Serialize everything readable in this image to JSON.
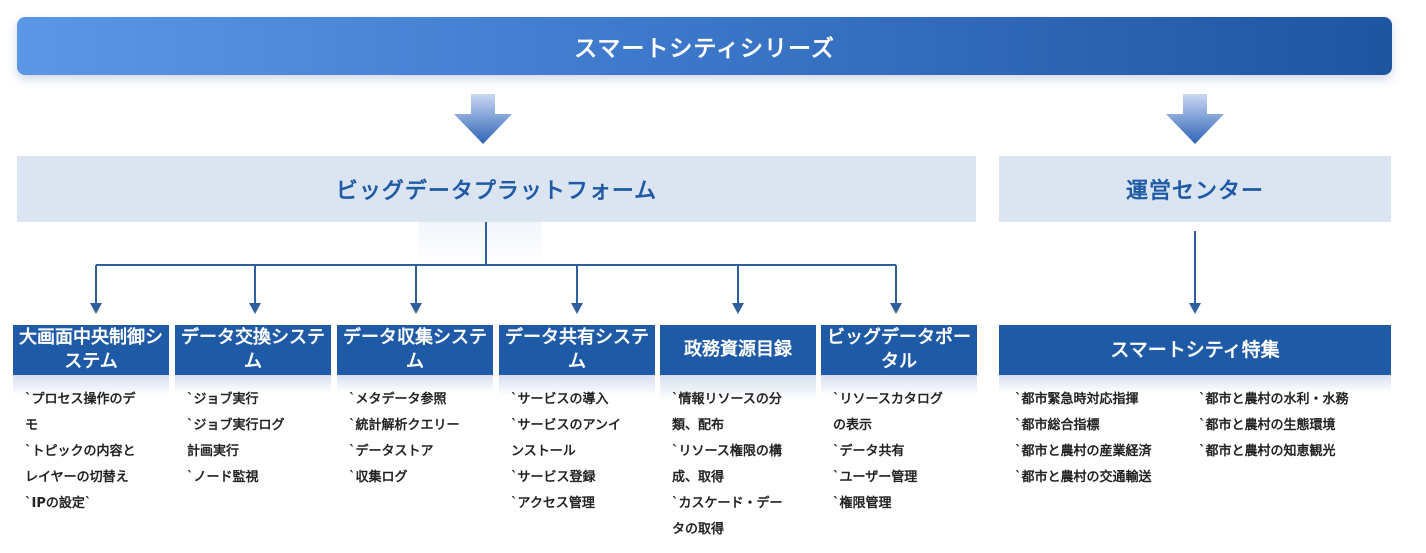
{
  "header": {
    "title": "スマートシティシリーズ"
  },
  "platform": {
    "title": "ビッグデータプラットフォーム"
  },
  "ops_center": {
    "title": "運営センター"
  },
  "modules": [
    {
      "title": "大画面中央制御システム",
      "lines": [
        "`プロセス操作のデ",
        "モ",
        "`トピックの内容と",
        "レイヤーの切替え",
        "`IPの設定`"
      ]
    },
    {
      "title": "データ交換システム",
      "lines": [
        "`ジョブ実行",
        "`ジョブ実行ログ",
        "計画実行",
        "`ノード監視"
      ]
    },
    {
      "title": "データ収集システム",
      "lines": [
        "`メタデータ参照",
        "`統計解析クエリー",
        "`データストア",
        "`収集ログ"
      ]
    },
    {
      "title": "データ共有システム",
      "lines": [
        "`サービスの導入",
        "`サービスのアンイ",
        "ンストール",
        "`サービス登録",
        "`アクセス管理"
      ]
    },
    {
      "title": "政務資源目録",
      "lines": [
        "`情報リソースの分",
        "類、配布",
        "`リソース権限の構",
        "成、取得",
        "`カスケード・デー",
        "タの取得"
      ]
    },
    {
      "title": "ビッグデータポータル",
      "lines": [
        "`リソースカタログ",
        "の表示",
        "`データ共有",
        "`ユーザー管理",
        "`権限管理"
      ]
    }
  ],
  "smart_city": {
    "title": "スマートシティ特集",
    "left": [
      "`都市緊急時対応指揮",
      "`都市総合指標",
      "`都市と農村の産業経済",
      "`都市と農村の交通輸送"
    ],
    "right": [
      "`都市と農村の水利・水務",
      "`都市と農村の生態環境",
      "`都市と農村の知恵観光"
    ]
  },
  "colors": {
    "primary": "#1f5aa6",
    "platform_bg": "#dbe5f2",
    "banner_start": "#5c97e6",
    "banner_end": "#1f55a0"
  }
}
